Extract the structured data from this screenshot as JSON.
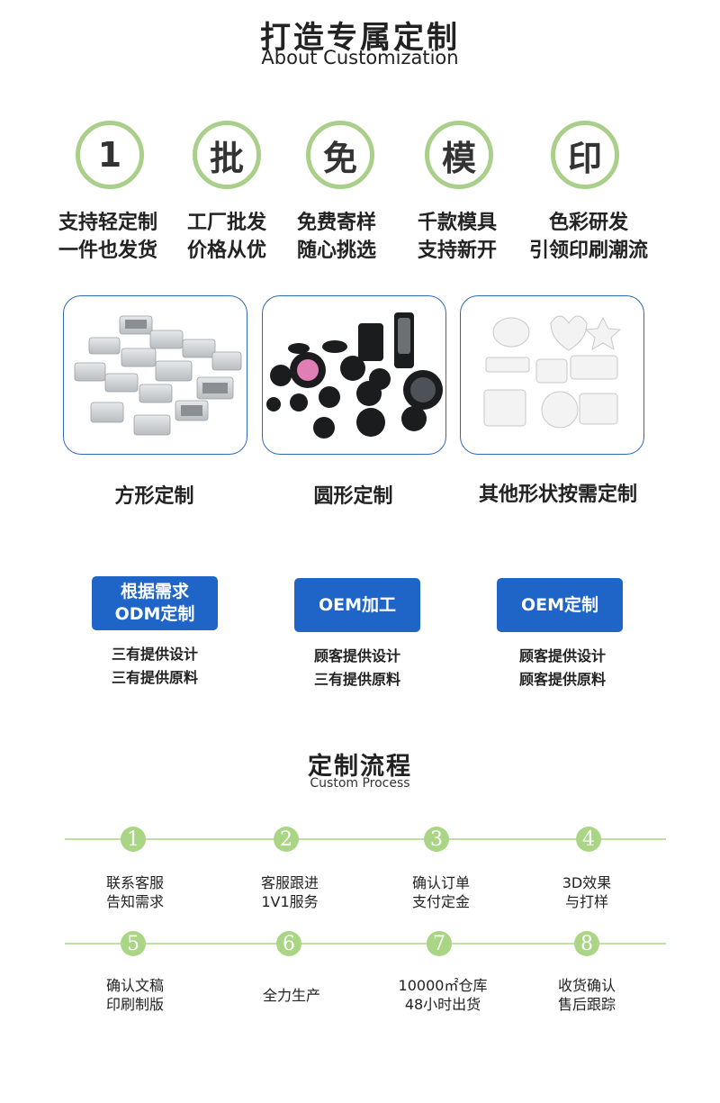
{
  "header": {
    "title": "打造专属定制",
    "subtitle": "About Customization"
  },
  "features": [
    {
      "glyph": "1",
      "line1": "支持轻定制",
      "line2": "一件也发货"
    },
    {
      "glyph": "批",
      "line1": "工厂批发",
      "line2": "价格从优"
    },
    {
      "glyph": "免",
      "line1": "免费寄样",
      "line2": "随心挑选"
    },
    {
      "glyph": "模",
      "line1": "千款模具",
      "line2": "支持新开"
    },
    {
      "glyph": "印",
      "line1": "色彩研发",
      "line2": "引领印刷潮流"
    }
  ],
  "shapes": [
    {
      "caption": "方形定制"
    },
    {
      "caption": "圆形定制"
    },
    {
      "caption": "其他形状按需定制"
    }
  ],
  "modes": [
    {
      "label1": "根据需求",
      "label2": "ODM定制",
      "line1": "三有提供设计",
      "line2": "三有提供原料"
    },
    {
      "label1": "OEM加工",
      "label2": "",
      "line1": "顾客提供设计",
      "line2": "三有提供原料"
    },
    {
      "label1": "OEM定制",
      "label2": "",
      "line1": "顾客提供设计",
      "line2": "顾客提供原料"
    }
  ],
  "process": {
    "title": "定制流程",
    "subtitle": "Custom Process",
    "steps": [
      {
        "num": "1",
        "line1": "联系客服",
        "line2": "告知需求"
      },
      {
        "num": "2",
        "line1": "客服跟进",
        "line2": "1V1服务"
      },
      {
        "num": "3",
        "line1": "确认订单",
        "line2": "支付定金"
      },
      {
        "num": "4",
        "line1": "3D效果",
        "line2": "与打样"
      },
      {
        "num": "5",
        "line1": "确认文稿",
        "line2": "印刷制版"
      },
      {
        "num": "6",
        "line1": "全力生产",
        "line2": ""
      },
      {
        "num": "7",
        "line1": "10000㎡仓库",
        "line2": "48小时出货"
      },
      {
        "num": "8",
        "line1": "收货确认",
        "line2": "售后跟踪"
      }
    ]
  },
  "colors": {
    "accent_blue": "#1e65c7",
    "ring_green": "#a9cf8b",
    "timeline_green": "#a9d585"
  }
}
